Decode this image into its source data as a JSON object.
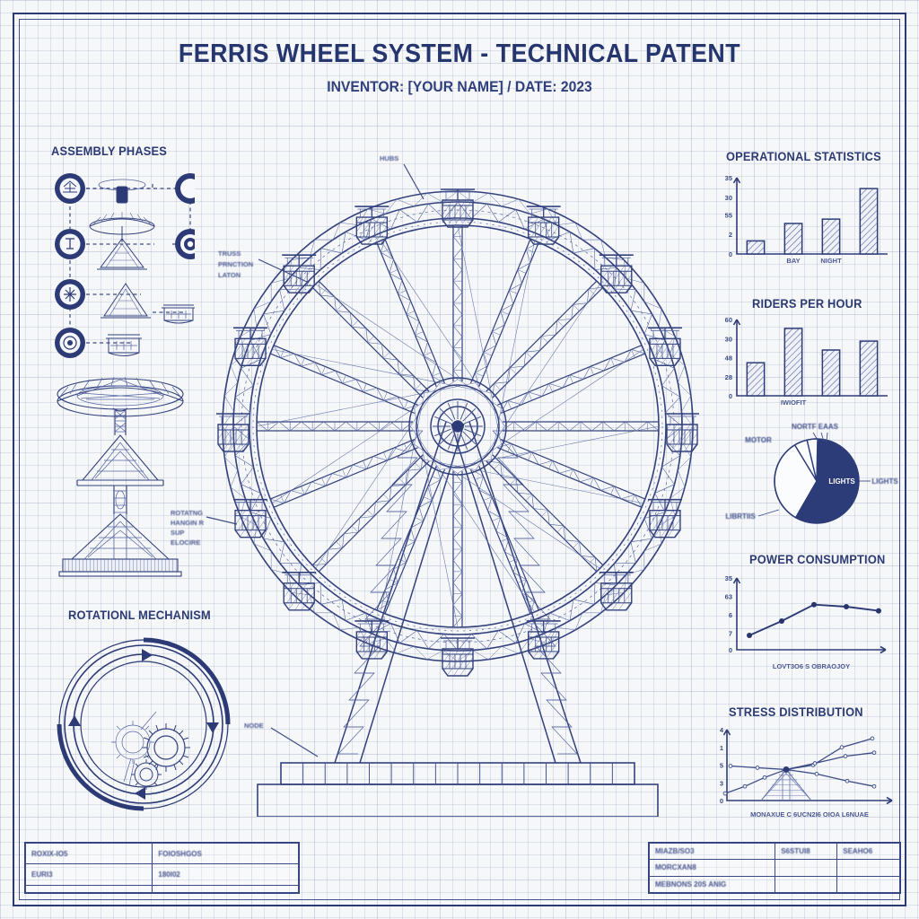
{
  "document": {
    "title": "FERRIS WHEEL SYSTEM - TECHNICAL PATENT",
    "subtitle": "INVENTOR: [YOUR NAME] / DATE: 2023",
    "sheet_style": "blueprint-grid",
    "colors": {
      "ink": "#27356b",
      "ink_light": "#4b5a90",
      "accent": "#2c3c79",
      "paper": "#f6f7f9",
      "grid": "#a0aec8"
    }
  },
  "left_column": {
    "assembly": {
      "title": "ASSEMBLY PHASES",
      "nodes": [
        {
          "id": "phase-1",
          "icon": "wheel-frame-icon"
        },
        {
          "id": "phase-2",
          "icon": "support-column-icon"
        },
        {
          "id": "phase-3",
          "icon": "axle-cross-icon"
        },
        {
          "id": "phase-4",
          "icon": "hub-bearing-icon"
        }
      ],
      "right_nodes": [
        {
          "id": "phase-ring",
          "icon": "ring-outline-icon"
        },
        {
          "id": "phase-target",
          "icon": "concentric-target-icon"
        }
      ],
      "sketches": [
        {
          "id": "canopy-assembly",
          "icon": "canopy-sketch-icon"
        },
        {
          "id": "cone-base",
          "icon": "cone-base-sketch-icon"
        },
        {
          "id": "gondola-a",
          "icon": "gondola-sketch-icon"
        },
        {
          "id": "gondola-b",
          "icon": "gondola-sketch-icon"
        }
      ]
    },
    "tower_sketch": {
      "id": "tower-stand-elevation",
      "icon": "tower-stand-icon"
    },
    "rotational": {
      "title": "ROTATIONL MECHANISM",
      "icon": "rotation-gears-icon",
      "arrows": 4,
      "gears": 3
    }
  },
  "main_drawing": {
    "name": "ferris-wheel-elevation",
    "spokes": 16,
    "gondolas": 16,
    "annotations": [
      {
        "id": "annot-hub",
        "lines": [
          "HUBS"
        ]
      },
      {
        "id": "annot-upper-left",
        "lines": [
          "TRUSS",
          "PRNCTION",
          "LATON"
        ]
      },
      {
        "id": "annot-mid-left",
        "lines": [
          "ROTATNG",
          "HANGIN R",
          "SUP",
          "ELOCIRE"
        ]
      },
      {
        "id": "annot-base",
        "lines": [
          "NODE"
        ]
      }
    ]
  },
  "right_column": {
    "operational_stats": {
      "title": "OPERATIONAL STATISTICS"
    },
    "riders": {
      "title": "RIDERS PER HOUR"
    },
    "power": {
      "title": "POWER CONSUMPTION"
    },
    "stress": {
      "title": "STRESS DISTRIBUTION"
    }
  },
  "title_block_left": {
    "rows": [
      [
        "ROXIX-IO5",
        "FOIOSHGOS"
      ],
      [
        "EURI3",
        "180I02"
      ],
      [
        "",
        ""
      ]
    ]
  },
  "title_block_right": {
    "rows": [
      [
        "MIAZB/SO3",
        "S6STUI8",
        "SEAHO6"
      ],
      [
        "MORCXAN8",
        "",
        ""
      ],
      [
        "MEBNONS 20S ANIG",
        "",
        ""
      ]
    ]
  },
  "chart_data": [
    {
      "id": "operational-statistics",
      "type": "bar",
      "title": "OPERATIONAL STATISTICS",
      "categories": [
        "",
        "BAY",
        "NIGHT",
        ""
      ],
      "values": [
        6,
        14,
        16,
        30
      ],
      "ylim": [
        0,
        35
      ],
      "yticks": [
        "0",
        "2",
        "55",
        "30",
        "35"
      ],
      "ytick_values": [
        0,
        9,
        18,
        26,
        35
      ],
      "xlabel": "",
      "ylabel": "",
      "grid": false,
      "fill": "diagonal-hatch"
    },
    {
      "id": "riders-per-hour",
      "type": "bar",
      "title": "RIDERS PER HOUR",
      "categories": [
        "",
        "IWIOFIT",
        "",
        ""
      ],
      "values": [
        26,
        53,
        36,
        43
      ],
      "ylim": [
        0,
        60
      ],
      "yticks": [
        "0",
        "28",
        "48",
        "30",
        "60"
      ],
      "ytick_values": [
        0,
        15,
        30,
        45,
        60
      ],
      "xlabel": "",
      "ylabel": "",
      "grid": false,
      "fill": "diagonal-hatch"
    },
    {
      "id": "power-distribution-pie",
      "type": "pie",
      "title": "",
      "labels": [
        "LIGHTS",
        "MOTOR",
        "LIGHTS",
        "NORTF EAAS"
      ],
      "values": [
        58,
        33,
        5,
        4
      ],
      "inner_label": "LIGHTS",
      "callouts": [
        {
          "text": "MOTOR",
          "position": "upper-left"
        },
        {
          "text": "NORTF EAAS",
          "position": "top"
        },
        {
          "text": "LIGHTS",
          "position": "right"
        },
        {
          "text": "LIBRTIIS",
          "position": "lower-left"
        }
      ],
      "legend": "callout"
    },
    {
      "id": "power-consumption",
      "type": "line",
      "title": "POWER CONSUMPTION",
      "x": [
        1,
        2,
        3,
        4,
        5
      ],
      "values": [
        7,
        14,
        22,
        21,
        19
      ],
      "ylim": [
        0,
        35
      ],
      "yticks": [
        "0",
        "7",
        "6",
        "63",
        "35"
      ],
      "ytick_values": [
        0,
        8,
        17,
        26,
        35
      ],
      "xlabel": "LOVT3O6 S OBRAOJOY",
      "ylabel": "",
      "grid": false,
      "markers": true
    },
    {
      "id": "stress-distribution",
      "type": "line",
      "title": "STRESS DISTRIBUTION",
      "series": [
        {
          "name": "upper-right-branch",
          "values": [
            3.5,
            4.0,
            6.0,
            7.0
          ]
        },
        {
          "name": "mid-right-branch",
          "values": [
            3.5,
            4.2,
            5.0,
            5.4
          ]
        },
        {
          "name": "lower-right-branch",
          "values": [
            3.5,
            3.0,
            2.2,
            1.6
          ]
        },
        {
          "name": "left-upper-branch",
          "values": [
            3.9,
            3.7,
            3.5
          ]
        },
        {
          "name": "left-lower-branch",
          "values": [
            0.8,
            1.6,
            2.6,
            3.5
          ]
        }
      ],
      "ylim": [
        0,
        8
      ],
      "yticks": [
        "0",
        "3",
        "5",
        "1",
        "4"
      ],
      "ytick_values": [
        0,
        2,
        4,
        6,
        8
      ],
      "xlabel": "MONAXUE C 6UCN2I6 OIOA L6NUAE",
      "grid": false,
      "overlay": "tower-structure-silhouette"
    }
  ]
}
